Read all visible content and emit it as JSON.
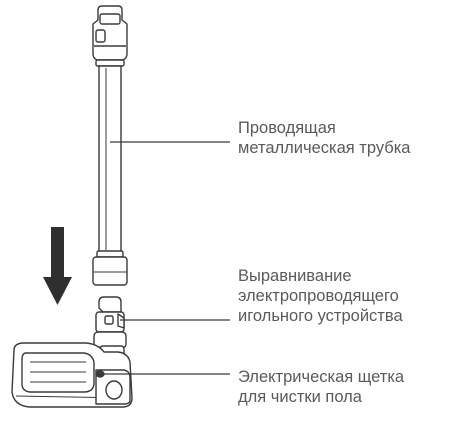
{
  "labels": {
    "tube": {
      "line1": "Проводящая",
      "line2": "металлическая трубка"
    },
    "needle": {
      "line1": "Выравнивание",
      "line2": "электропроводящего",
      "line3": "игольного устройства"
    },
    "brush": {
      "line1": "Электрическая щетка",
      "line2": "для чистки пола"
    }
  },
  "colors": {
    "line_art": "#3a3a3a",
    "label_text": "#5a5a5a",
    "arrow": "#2f2f2f"
  },
  "icons": {
    "direction": "arrow-down-icon"
  }
}
